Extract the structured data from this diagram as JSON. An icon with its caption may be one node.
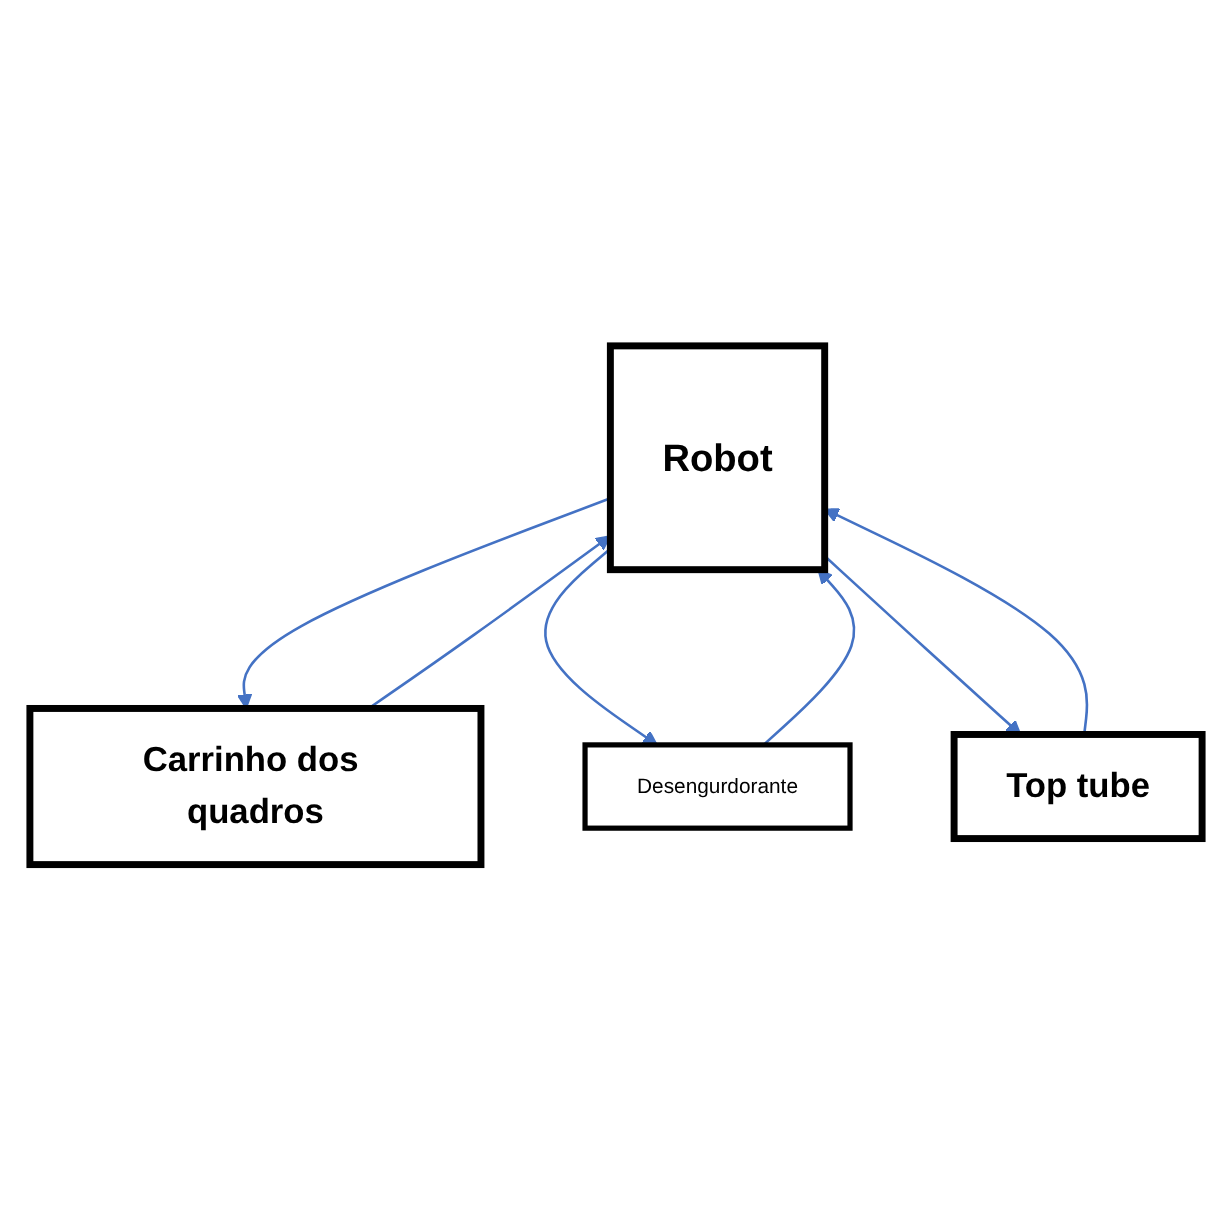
{
  "diagram": {
    "nodes": [
      {
        "text": [
          "Robot"
        ]
      },
      {
        "text": [
          "Desengurdorante"
        ]
      },
      {
        "text": [
          "Top tube"
        ]
      },
      {
        "text": [
          "Carrinho dos quadros"
        ]
      }
    ],
    "edges": [
      {
        "from": 3,
        "to": 0,
        "arrow": "to"
      },
      {
        "from": 0,
        "to": 3,
        "arrow": "to"
      },
      {
        "from": 0,
        "to": 1,
        "arrow": "to"
      },
      {
        "from": 1,
        "to": 0,
        "arrow": "to"
      },
      {
        "from": 0,
        "to": 2,
        "arrow": "to"
      },
      {
        "from": 2,
        "to": 0,
        "arrow": "to"
      }
    ]
  }
}
